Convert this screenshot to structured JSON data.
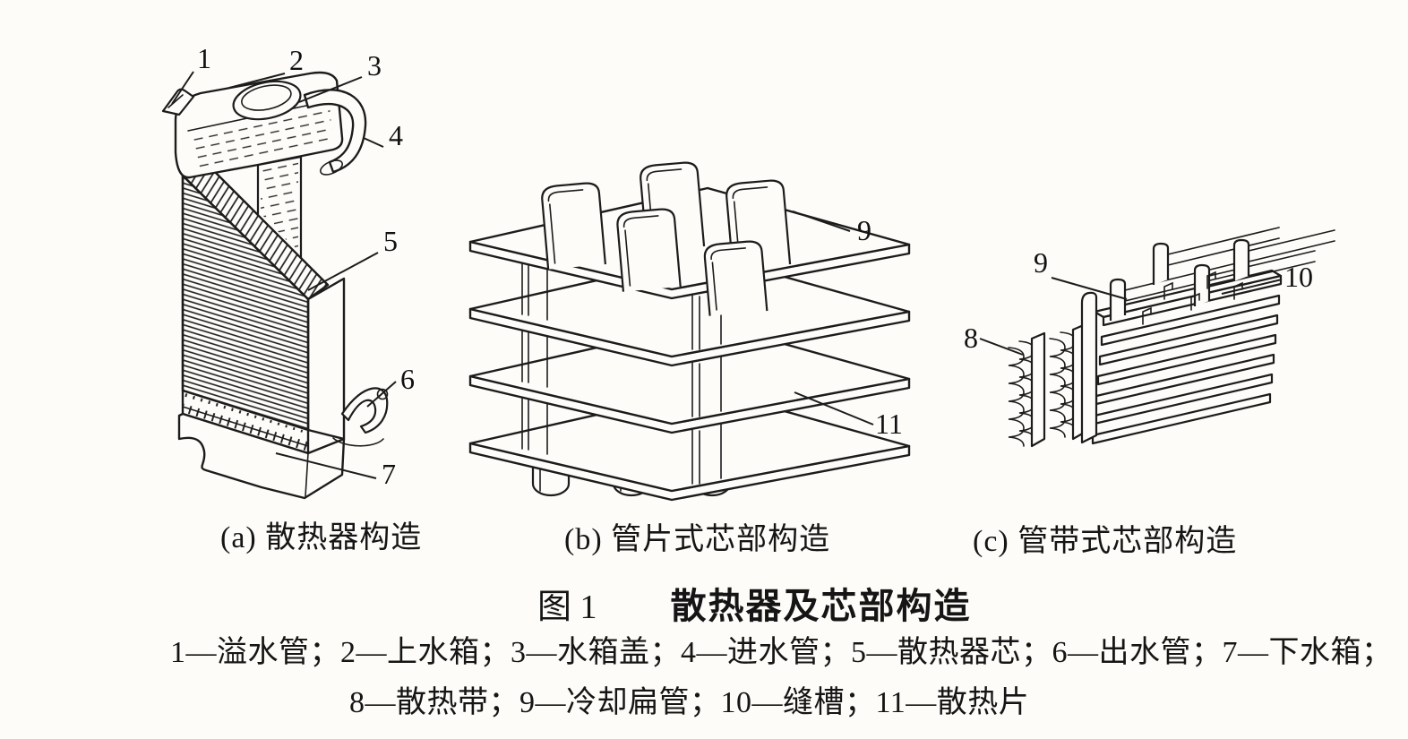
{
  "figure": {
    "figure_label": "图 1",
    "figure_title": "散热器及芯部构造",
    "legend_line1": "1—溢水管；2—上水箱；3—水箱盖；4—进水管；5—散热器芯；6—出水管；7—下水箱；",
    "legend_line2": "8—散热带；9—冷却扁管；10—缝槽；11—散热片"
  },
  "panels": {
    "a": {
      "caption": "(a) 散热器构造",
      "callouts": {
        "n1": "1",
        "n2": "2",
        "n3": "3",
        "n4": "4",
        "n5": "5",
        "n6": "6",
        "n7": "7"
      }
    },
    "b": {
      "caption": "(b) 管片式芯部构造",
      "callouts": {
        "n9": "9",
        "n11": "11"
      }
    },
    "c": {
      "caption": "(c) 管带式芯部构造",
      "callouts": {
        "n8": "8",
        "n9": "9",
        "n10": "10"
      }
    }
  },
  "colors": {
    "ink": "#1c1c1c",
    "paper": "#fdfcf9"
  }
}
